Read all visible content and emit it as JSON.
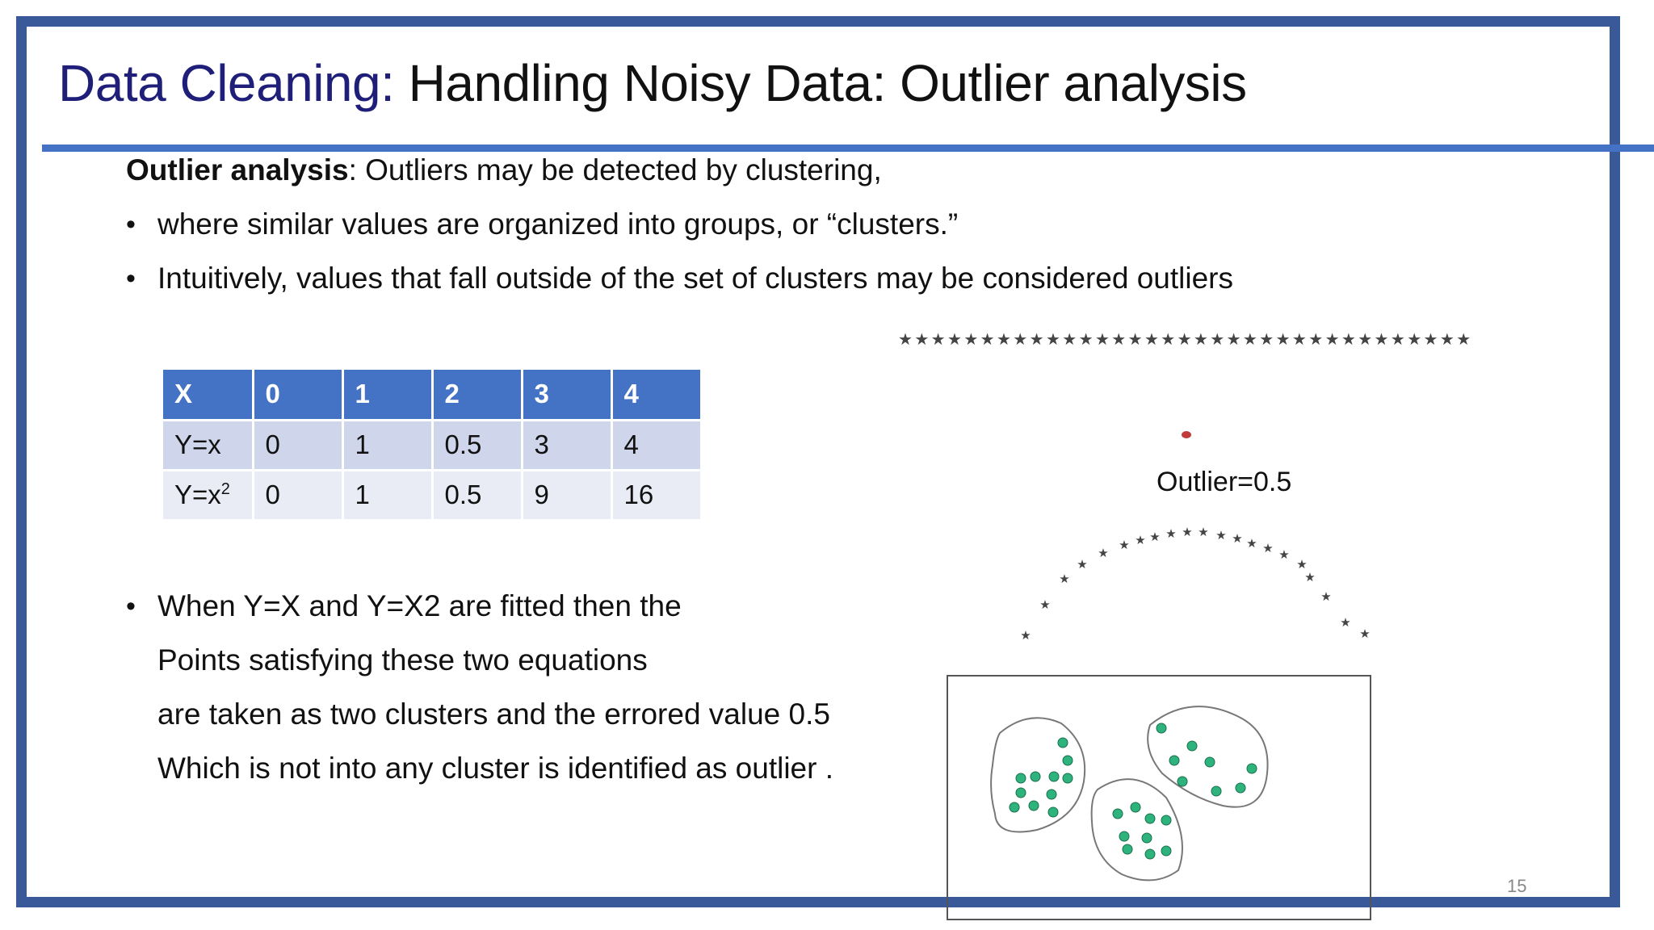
{
  "slide": {
    "title_prefix": "Data Cleaning:",
    "title_main": " Handling Noisy Data: Outlier analysis",
    "intro_bold": "Outlier analysis",
    "intro_rest": ": Outliers may be detected by clustering,",
    "bullets": [
      "where similar values are organized into groups, or “clusters.”",
      "Intuitively, values that fall outside of the set of clusters may be considered outliers"
    ],
    "bullet_char": "•",
    "explanation_lines": [
      "When Y=X and Y=X2 are fitted then the",
      "Points satisfying these two equations",
      "are taken as two clusters and the errored value 0.5",
      "Which is not into any cluster is identified as outlier ."
    ],
    "outlier_label": "Outlier=0.5",
    "slide_number": "15"
  },
  "table": {
    "header": [
      "X",
      "0",
      "1",
      "2",
      "3",
      "4"
    ],
    "row1": {
      "label": "Y=x",
      "values": [
        "0",
        "1",
        "0.5",
        "3",
        "4"
      ]
    },
    "row2": {
      "label_base": "Y=x",
      "label_sup": "2",
      "values": [
        "0",
        "1",
        "0.5",
        "9",
        "16"
      ]
    }
  },
  "figure": {
    "star_line": "★★★★★★★★★★★★★★★★★★★★★★★★★★★★★★★★★★★",
    "point_color": "#2fb37d",
    "outlier_color": "#c23b3b"
  },
  "colors": {
    "frame": "#3a5998",
    "rule": "#4472c4",
    "title_prefix": "#1f1f7a"
  }
}
